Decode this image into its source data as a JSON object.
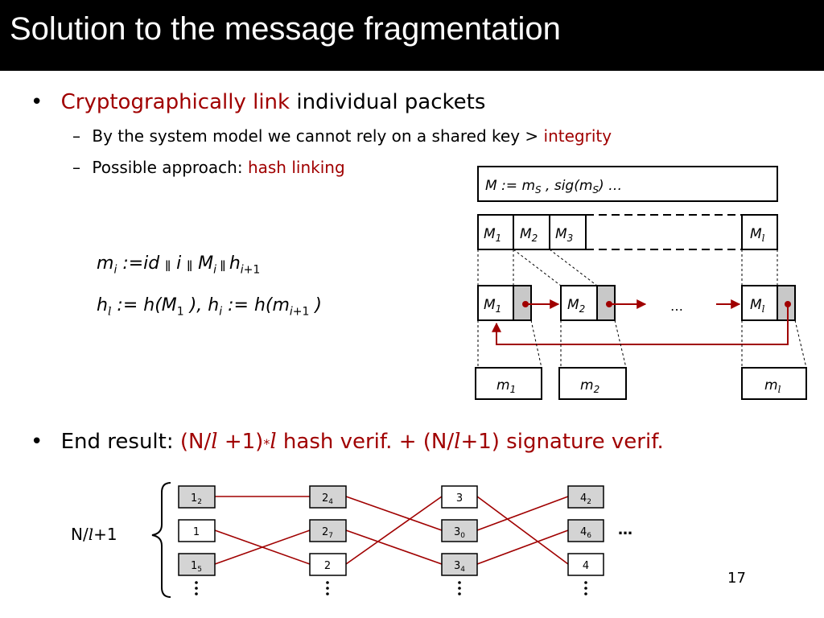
{
  "slide": {
    "title": "Solution to the message fragmentation",
    "page_number": "17"
  },
  "bullets": {
    "b1_red": "Cryptographically link",
    "b1_rest": "individual packets",
    "sub1_text": "By the system model we cannot rely on a shared key >",
    "sub1_red": "integrity",
    "sub2_text": "Possible approach:",
    "sub2_red": "hash linking",
    "end_label": "End result:",
    "end_p1": "(N/",
    "end_l1": "l",
    "end_p2": " +1)",
    "end_star": "*",
    "end_l2": "l",
    "end_p3": " hash verif. + (N/",
    "end_l3": "l",
    "end_p4": "+1) signature verif."
  },
  "equations": {
    "eq1": {
      "m": "m",
      "i": "i",
      "def": " :=id ",
      "sep1": "ǁ",
      "i2": " i ",
      "sep2": "ǁ",
      "M": " M",
      "i3": "i",
      "sep3": " ǁ ",
      "h": "h",
      "sub": "i",
      "plus1": "+1"
    },
    "eq2": {
      "h": "h",
      "l": "l",
      "a": " := h(M",
      "one": "1",
      "b": " ), h",
      "i": "i",
      "c": " := h(m",
      "i2": "i",
      "plus1": "+1",
      "d": " )"
    }
  },
  "diagram": {
    "sig_box": {
      "a": "M := m",
      "s1": "S",
      "b": " , sig(m",
      "s2": "S",
      "c": ") …"
    },
    "fragments": [
      {
        "M": "M",
        "sub": "1"
      },
      {
        "M": "M",
        "sub": "2"
      },
      {
        "M": "M",
        "sub": "3"
      },
      {
        "M": "M",
        "sub": "l"
      }
    ],
    "linked": [
      {
        "M": "M",
        "sub": "1"
      },
      {
        "M": "M",
        "sub": "2"
      },
      {
        "M": "M",
        "sub": "l"
      }
    ],
    "ellipsis": "…",
    "packets": [
      {
        "m": "m",
        "sub": "1"
      },
      {
        "m": "m",
        "sub": "2"
      },
      {
        "m": "m",
        "sub": "l"
      }
    ]
  },
  "graph": {
    "n_label": "N/",
    "n_label_l": "l",
    "n_label_plus": "+1",
    "side_dots": "…",
    "nodes": {
      "c1r1": {
        "main": "1",
        "sub": "2"
      },
      "c1r2": {
        "main": "1",
        "sub": ""
      },
      "c1r3": {
        "main": "1",
        "sub": "5"
      },
      "c2r1": {
        "main": "2",
        "sub": "4"
      },
      "c2r2": {
        "main": "2",
        "sub": "7"
      },
      "c2r3": {
        "main": "2",
        "sub": ""
      },
      "c3r1": {
        "main": "3",
        "sub": ""
      },
      "c3r2": {
        "main": "3",
        "sub": "0"
      },
      "c3r3": {
        "main": "3",
        "sub": "4"
      },
      "c4r1": {
        "main": "4",
        "sub": "2"
      },
      "c4r2": {
        "main": "4",
        "sub": "6"
      },
      "c4r3": {
        "main": "4",
        "sub": ""
      }
    },
    "colors": {
      "link": "#a00000",
      "shaded": "#d4d4d4"
    }
  }
}
